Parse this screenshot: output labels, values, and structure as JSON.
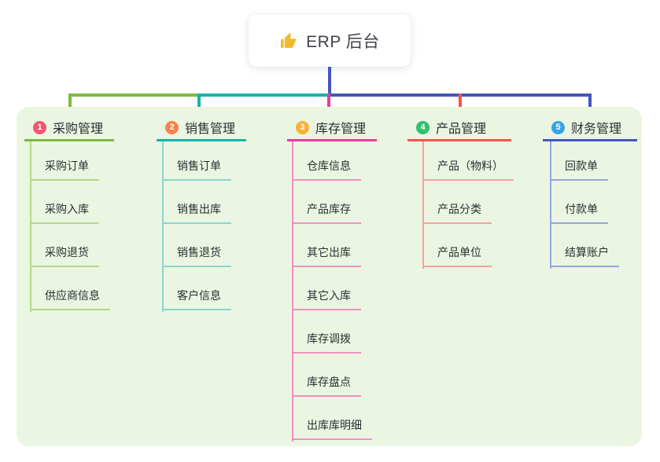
{
  "root": {
    "icon": "thumbs-up-icon",
    "title": "ERP 后台",
    "card_bg": "#ffffff",
    "stem_color": "#4456bd"
  },
  "canvas": {
    "background": "#ffffff",
    "panel_bg": "#eaf6e1"
  },
  "branches": [
    {
      "num": "1",
      "label": "采购管理",
      "badge_color": "#f25670",
      "line_color": "#7cba3d",
      "child_line_color": "#b3d98a",
      "children": [
        "采购订单",
        "采购入库",
        "采购退货",
        "供应商信息"
      ]
    },
    {
      "num": "2",
      "label": "销售管理",
      "badge_color": "#f9814b",
      "line_color": "#14b3a7",
      "child_line_color": "#8ad6cd",
      "children": [
        "销售订单",
        "销售出库",
        "销售退货",
        "客户信息"
      ]
    },
    {
      "num": "3",
      "label": "库存管理",
      "badge_color": "#f9b234",
      "line_color": "#e83a9e",
      "child_line_color": "#f390c3",
      "children": [
        "仓库信息",
        "产品库存",
        "其它出库",
        "其它入库",
        "库存调拨",
        "库存盘点",
        "出库库明细"
      ]
    },
    {
      "num": "4",
      "label": "产品管理",
      "badge_color": "#2ec16e",
      "line_color": "#f0544f",
      "child_line_color": "#f8a19b",
      "children": [
        "产品（物料）",
        "产品分类",
        "产品单位"
      ]
    },
    {
      "num": "5",
      "label": "财务管理",
      "badge_color": "#35a4e9",
      "line_color": "#4456bd",
      "child_line_color": "#93a7e4",
      "children": [
        "回款单",
        "付款单",
        "结算账户"
      ]
    }
  ]
}
